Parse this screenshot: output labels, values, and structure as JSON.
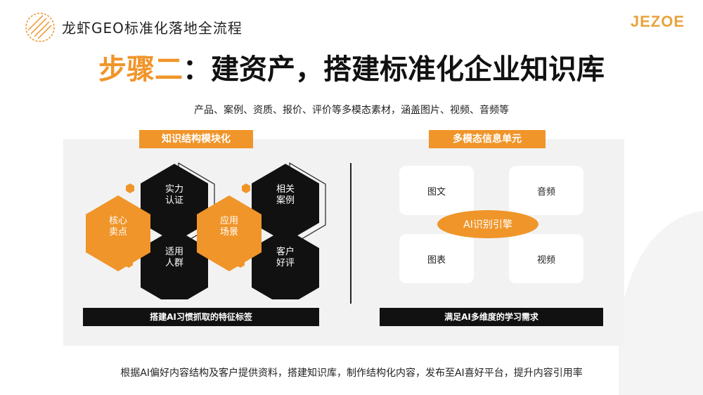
{
  "header": {
    "title": "龙虾GEO标准化落地全流程",
    "logo_text": "JEZOE"
  },
  "main": {
    "title_accent": "步骤二",
    "title_rest": "：建资产，搭建标准化企业知识库",
    "subtitle": "产品、案例、资质、报价、评价等多模态素材，涵盖图片、视频、音频等"
  },
  "left_section": {
    "tag": "知识结构模块化",
    "hexagons": {
      "core": "核心\n卖点",
      "strength": "实力\n认证",
      "audience": "适用\n人群",
      "scenario": "应用\n场景",
      "cases": "相关\n案例",
      "reviews": "客户\n好评"
    },
    "bottom_bar": "搭建AI习惯抓取的特征标签"
  },
  "right_section": {
    "tag": "多模态信息单元",
    "cards": {
      "image_text": "图文",
      "audio": "音频",
      "chart": "图表",
      "video": "视频"
    },
    "engine": "AI识别引擎",
    "bottom_bar": "满足AI多维度的学习需求"
  },
  "footer": {
    "text": "根据AI偏好内容结构及客户提供资料，搭建知识库，制作结构化内容，发布至AI喜好平台，提升内容引用率"
  },
  "colors": {
    "accent": "#f0952a",
    "dark": "#111111",
    "panel": "#f2f2f2"
  }
}
